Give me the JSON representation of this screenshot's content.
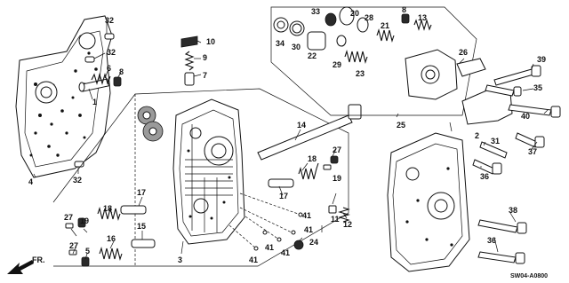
{
  "diagram": {
    "part_numbers": [
      "1",
      "2",
      "3",
      "4",
      "5",
      "6",
      "7",
      "8",
      "9",
      "10",
      "11",
      "12",
      "13",
      "14",
      "15",
      "16",
      "17",
      "18",
      "19",
      "20",
      "21",
      "22",
      "23",
      "24",
      "25",
      "26",
      "27",
      "28",
      "29",
      "30",
      "31",
      "32",
      "33",
      "34",
      "35",
      "36",
      "37",
      "38",
      "39",
      "40",
      "41"
    ],
    "diagram_code": "SW04-A0800",
    "direction_label": "FR.",
    "colors": {
      "line": "#111111",
      "background": "#ffffff"
    }
  }
}
